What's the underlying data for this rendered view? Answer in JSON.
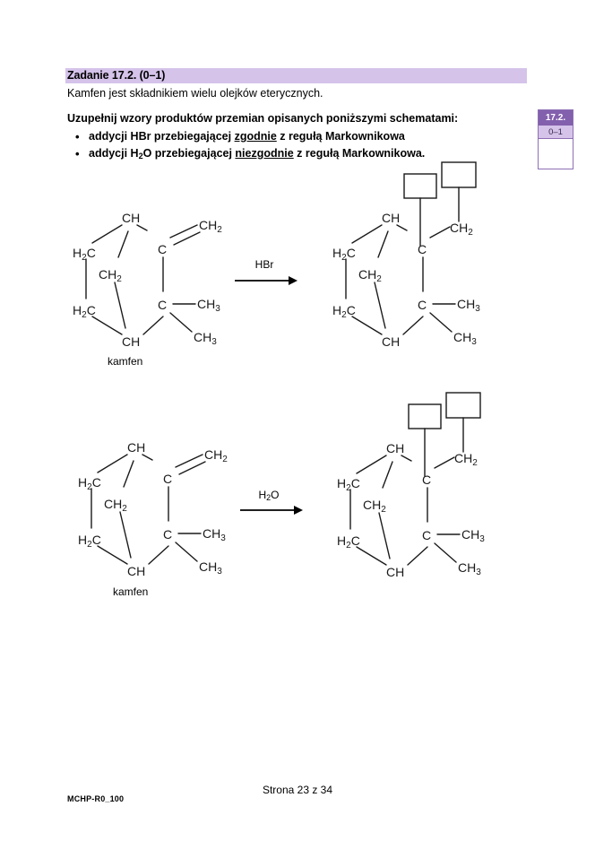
{
  "document": {
    "task_heading": "Zadanie 17.2. (0–1)",
    "intro": "Kamfen jest składnikiem wielu olejków eterycznych.",
    "instruction": "Uzupełnij wzory produktów przemian opisanych poniższymi schematami:",
    "bullet_marker": "•",
    "bullets": [
      {
        "pre": "addycji HBr przebiegającej ",
        "underlined": "zgodnie",
        "post": " z regułą Markownikowa"
      },
      {
        "pre_a": "addycji H",
        "pre_sub": "2",
        "pre_b": "O przebiegającej ",
        "underlined": "niezgodnie",
        "post": " z regułą Markownikowa."
      }
    ]
  },
  "score_box": {
    "task_number": "17.2.",
    "point_range": "0–1",
    "answer_value": "",
    "header_color": "#8360ad",
    "range_color": "#d5c3ea",
    "border_color": "#8e6fb4"
  },
  "schemes": [
    {
      "id": "scheme-hbr",
      "reagent": "HBr",
      "substrate_caption": "kamfen",
      "product_boxes": [
        "",
        ""
      ]
    },
    {
      "id": "scheme-h2o",
      "reagent_prefix": "H",
      "reagent_sub": "2",
      "reagent_suffix": "O",
      "substrate_caption": "kamfen",
      "product_boxes": [
        "",
        ""
      ]
    }
  ],
  "structure_labels": {
    "ch_top": "CH",
    "h2c_upper_left": "H",
    "h2c_upper_left_sub": "2",
    "h2c_upper_left_rest": "C",
    "ch2_bridge": "CH",
    "ch2_bridge_sub": "2",
    "h2c_lower_left": "H",
    "h2c_lower_left_sub": "2",
    "h2c_lower_left_rest": "C",
    "ch_bottom": "CH",
    "c_alkene": "C",
    "ch2_exo": "CH",
    "ch2_exo_sub": "2",
    "c_quaternary": "C",
    "ch3_upper": "CH",
    "ch3_upper_sub": "3",
    "ch3_lower": "CH",
    "ch3_lower_sub": "3"
  },
  "footer": {
    "code": "MCHP-R0_100",
    "page_text": "Strona 23 z 34"
  },
  "colors": {
    "page_background": "#ffffff",
    "text": "#000000",
    "heading_band": "#d5c3ea",
    "accent_purple": "#8360ad"
  }
}
